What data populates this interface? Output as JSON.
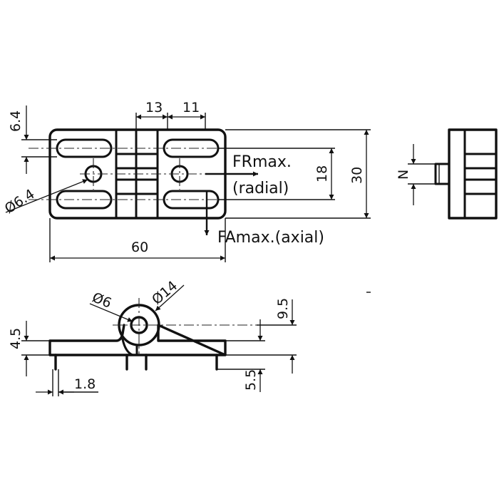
{
  "top_view": {
    "dims": {
      "d13": "13",
      "d11": "11",
      "d6_4": "6.4",
      "dia6_4": "Ø6.4",
      "d18": "18",
      "d30": "30",
      "d60": "60"
    },
    "forces": {
      "radial_line1": "FRmax.",
      "radial_line2": "(radial)",
      "axial": "FAmax.(axial)"
    }
  },
  "side_view": {
    "dims": {
      "n": "N"
    }
  },
  "front_view": {
    "dims": {
      "dia6": "Ø6",
      "dia14": "Ø14",
      "d9_5": "9.5",
      "d4_5": "4.5",
      "d5_5": "5.5",
      "d1_8": "1.8"
    }
  },
  "colors": {
    "line": "#111111",
    "background": "#ffffff"
  }
}
